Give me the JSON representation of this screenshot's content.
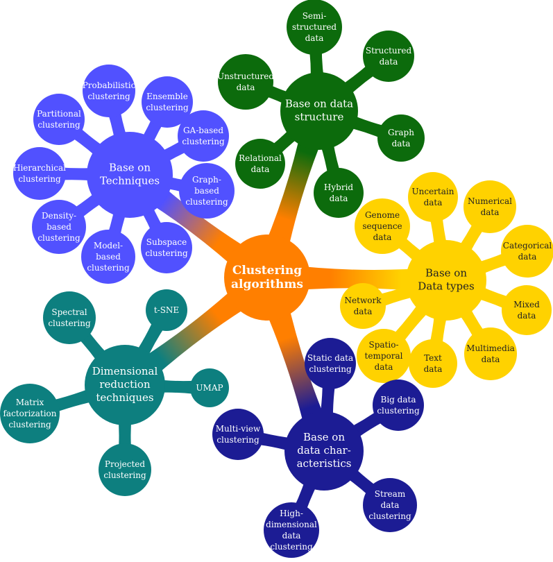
{
  "center": {
    "id": "center",
    "lines": [
      "Clustering",
      "algorithms"
    ],
    "color": "#ff7f00",
    "text_color": "#ffffff"
  },
  "groups": [
    {
      "id": "techniques",
      "lines": [
        "Base on",
        "Techniques"
      ],
      "color": "#5151ff",
      "text_color": "#ffffff",
      "children": [
        {
          "id": "probabilistic",
          "lines": [
            "Probabilistic",
            "clustering"
          ]
        },
        {
          "id": "ensemble",
          "lines": [
            "Ensemble",
            "clustering"
          ]
        },
        {
          "id": "ga-based",
          "lines": [
            "GA-based",
            "clustering"
          ]
        },
        {
          "id": "graph-based",
          "lines": [
            "Graph-",
            "based",
            "clustering"
          ]
        },
        {
          "id": "subspace",
          "lines": [
            "Subspace",
            "clustering"
          ]
        },
        {
          "id": "model-based",
          "lines": [
            "Model-",
            "based",
            "clustering"
          ]
        },
        {
          "id": "density-based",
          "lines": [
            "Density-",
            "based",
            "clustering"
          ]
        },
        {
          "id": "hierarchical",
          "lines": [
            "Hierarchical",
            "clustering"
          ]
        },
        {
          "id": "partitional",
          "lines": [
            "Partitional",
            "clustering"
          ]
        }
      ]
    },
    {
      "id": "data-structure",
      "lines": [
        "Base on data",
        "structure"
      ],
      "color": "#0c6b0c",
      "text_color": "#ffffff",
      "children": [
        {
          "id": "semi-structured",
          "lines": [
            "Semi-",
            "structured",
            "data"
          ]
        },
        {
          "id": "structured",
          "lines": [
            "Structured",
            "data"
          ]
        },
        {
          "id": "graph-data",
          "lines": [
            "Graph",
            "data"
          ]
        },
        {
          "id": "hybrid",
          "lines": [
            "Hybrid",
            "data"
          ]
        },
        {
          "id": "relational",
          "lines": [
            "Relational",
            "data"
          ]
        },
        {
          "id": "unstructured",
          "lines": [
            "Unstructured",
            "data"
          ]
        }
      ]
    },
    {
      "id": "data-types",
      "lines": [
        "Base on",
        "Data types"
      ],
      "color": "#ffd200",
      "text_color": "#222222",
      "children": [
        {
          "id": "uncertain",
          "lines": [
            "Uncertain",
            "data"
          ]
        },
        {
          "id": "numerical",
          "lines": [
            "Numerical",
            "data"
          ]
        },
        {
          "id": "categorical",
          "lines": [
            "Categorical",
            "data"
          ]
        },
        {
          "id": "mixed",
          "lines": [
            "Mixed",
            "data"
          ]
        },
        {
          "id": "multimedia",
          "lines": [
            "Multimedia",
            "data"
          ]
        },
        {
          "id": "text",
          "lines": [
            "Text",
            "data"
          ]
        },
        {
          "id": "spatio-temporal",
          "lines": [
            "Spatio-",
            "temporal",
            "data"
          ]
        },
        {
          "id": "network",
          "lines": [
            "Network",
            "data"
          ]
        },
        {
          "id": "genome",
          "lines": [
            "Genome",
            "sequence",
            "data"
          ]
        }
      ]
    },
    {
      "id": "data-characteristics",
      "lines": [
        "Base on",
        "data char-",
        "acteristics"
      ],
      "color": "#1c1c94",
      "text_color": "#ffffff",
      "children": [
        {
          "id": "static",
          "lines": [
            "Static data",
            "clustering"
          ]
        },
        {
          "id": "big-data",
          "lines": [
            "Big data",
            "clustering"
          ]
        },
        {
          "id": "stream",
          "lines": [
            "Stream",
            "data",
            "clustering"
          ]
        },
        {
          "id": "high-dimensional",
          "lines": [
            "High-",
            "dimensional",
            "data",
            "clustering"
          ]
        },
        {
          "id": "multi-view",
          "lines": [
            "Multi-view",
            "clustering"
          ]
        }
      ]
    },
    {
      "id": "dimensional-reduction",
      "lines": [
        "Dimensional",
        "reduction",
        "techniques"
      ],
      "color": "#0d7f7f",
      "text_color": "#ffffff",
      "children": [
        {
          "id": "spectral",
          "lines": [
            "Spectral",
            "clustering"
          ]
        },
        {
          "id": "t-sne",
          "lines": [
            "t-SNE"
          ]
        },
        {
          "id": "umap",
          "lines": [
            "UMAP"
          ]
        },
        {
          "id": "projected",
          "lines": [
            "Projected",
            "clustering"
          ]
        },
        {
          "id": "matrix-factorization",
          "lines": [
            "Matrix",
            "factorization",
            "clustering"
          ]
        }
      ]
    }
  ]
}
